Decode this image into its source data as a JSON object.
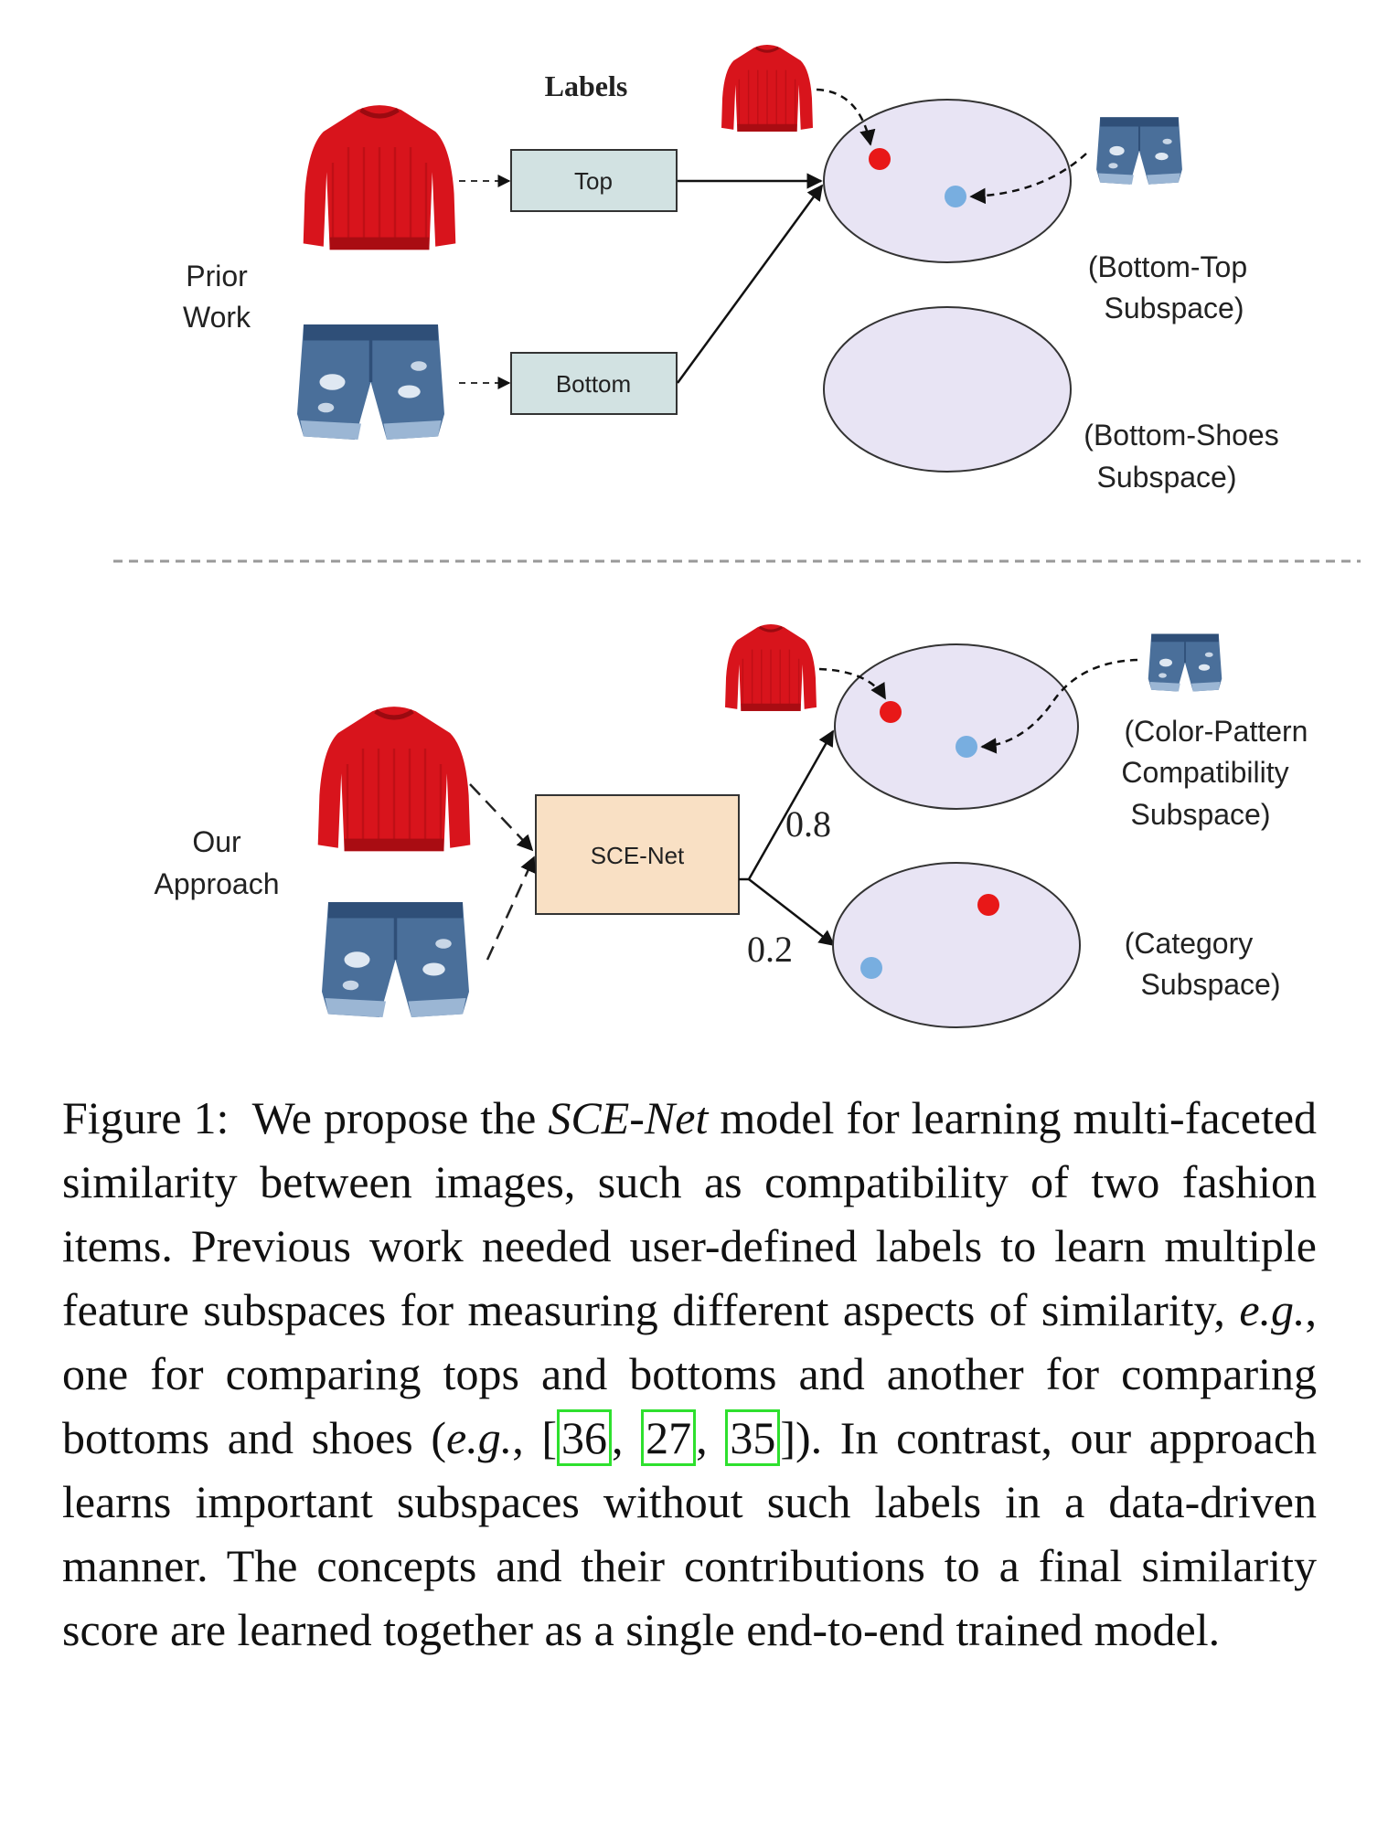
{
  "figure": {
    "labels_heading": "Labels",
    "prior_work": {
      "side_label_line1": "Prior",
      "side_label_line2": "Work",
      "box_top": "Top",
      "box_bottom": "Bottom",
      "subspace1_line1": "(Bottom-Top",
      "subspace1_line2": "Subspace)",
      "subspace2_line1": "(Bottom-Shoes",
      "subspace2_line2": "Subspace)"
    },
    "our_approach": {
      "side_label_line1": "Our",
      "side_label_line2": "Approach",
      "box_label": "SCE-Net",
      "weight_upper": "0.8",
      "weight_lower": "0.2",
      "subspace1_line1": "(Color-Pattern",
      "subspace1_line2": "Compatibility",
      "subspace1_line3": "Subspace)",
      "subspace2_line1": "(Category",
      "subspace2_line2": "Subspace)"
    },
    "colors": {
      "sweater": "#d8141c",
      "denim": "#4a6f9a",
      "label_box": "#d2e2e2",
      "sce_box": "#f9e0c4",
      "ellipse_fill": "#e8e4f4",
      "red_point": "#e81818",
      "blue_point": "#78aee0"
    }
  },
  "caption": {
    "figure_number": "Figure 1:",
    "text_before_model": "We propose the",
    "model_name": "SCE-Net",
    "text_1": "model for learning multi-faceted similarity between images, such as compatibility of two fashion items. Previous work needed user-defined labels to learn multiple feature subspaces for measuring different aspects of similarity,",
    "eg_1": "e.g.",
    "text_2": ", one for comparing tops and bottoms and another for comparing bottoms and shoes (",
    "eg_2": "e.g.",
    "text_3": ", [",
    "ref_1": "36",
    "ref_2": "27",
    "ref_3": "35",
    "text_4": "]). In contrast, our approach learns important subspaces without such labels in a data-driven manner. The concepts and their contributions to a final similarity score are learned together as a single end-to-end trained model."
  }
}
